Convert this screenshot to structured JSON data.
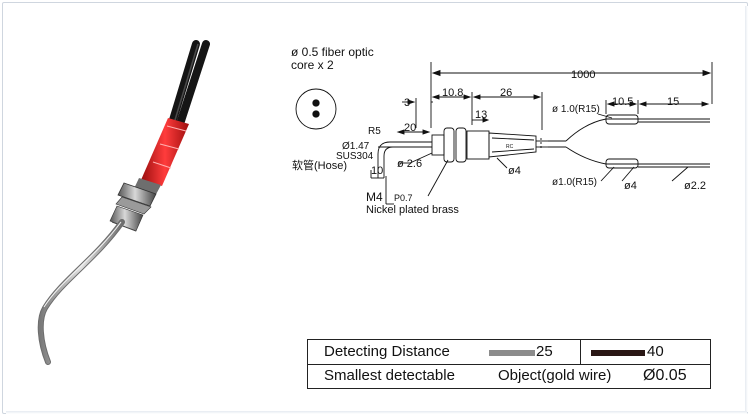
{
  "diagram": {
    "fiber_note": {
      "line1": "ø 0.5 fiber optic",
      "line2": "core x 2"
    },
    "dimensions": {
      "total": "1000",
      "d3": "3",
      "d10_8": "10.8",
      "d26": "26",
      "d13": "13",
      "d20": "20",
      "r5": "R5",
      "d10_5": "10.5",
      "d15": "15",
      "d10": "10"
    },
    "labels": {
      "phi_1_47": "Ø1.47",
      "sus304": "SUS304",
      "hose": "软管(Hose)",
      "phi_2_6": "ø 2.6",
      "phi_4_a": "ø4",
      "phi_1_0_top": "ø 1.0(R15)",
      "phi_1_0_bottom": "ø1.0(R15)",
      "phi_4_b": "ø4",
      "phi_2_2": "ø2.2",
      "m4": "M4",
      "p07": "P0.7",
      "nickel": "Nickel plated brass"
    }
  },
  "spec_table": {
    "detecting_distance_label": "Detecting  Distance",
    "distance_gray": "25",
    "distance_dark": "40",
    "smallest_label": "Smallest  detectable",
    "object_label": "Object(gold wire)",
    "min_object_value": "Ø0.05",
    "colors": {
      "gray_bar": "#8c8c8c",
      "dark_bar": "#2a1715"
    }
  },
  "photo": {
    "cable_color": "#151515",
    "sleeve_color": "#d81e1e",
    "probe_color": "#a8a8a8"
  }
}
